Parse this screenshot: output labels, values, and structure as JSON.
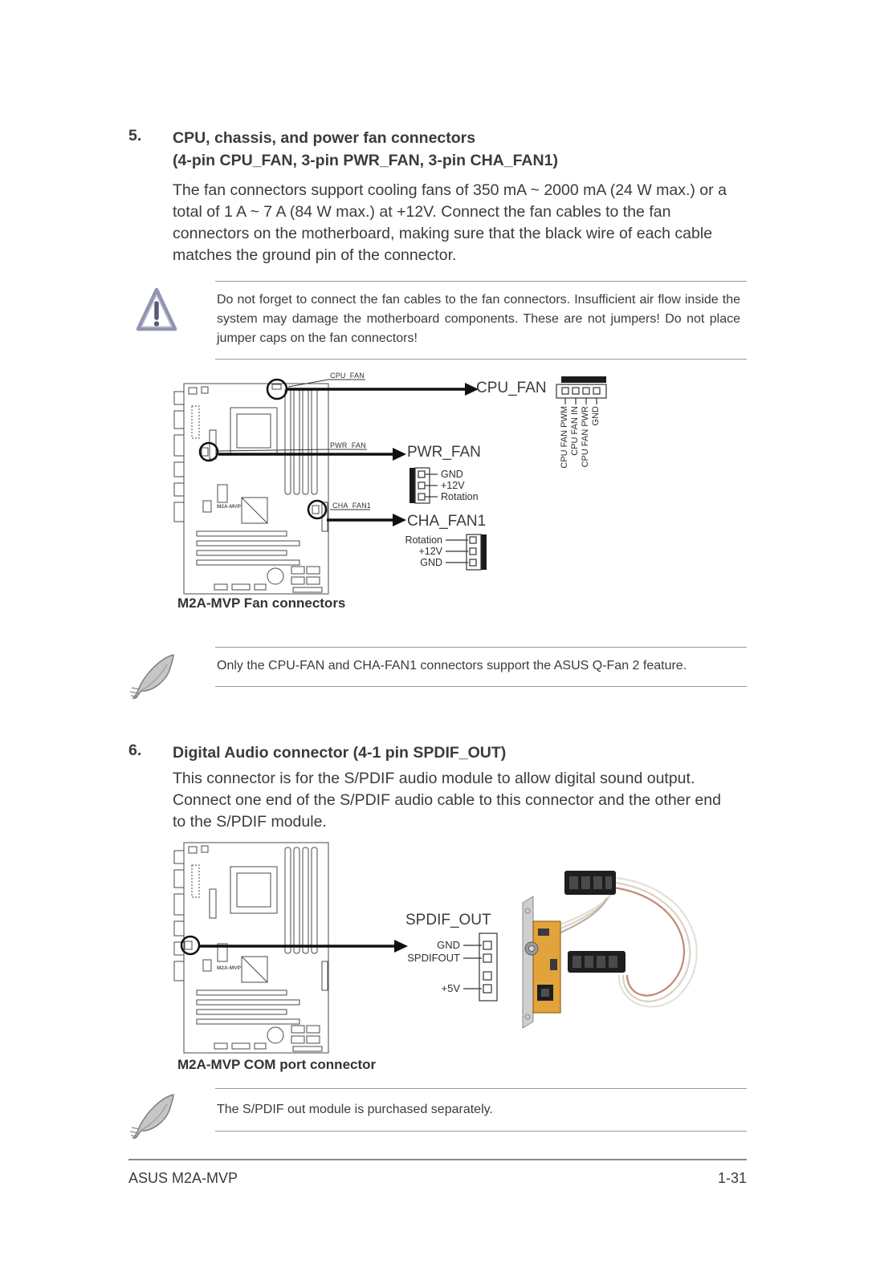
{
  "page": {
    "footer": {
      "left": "ASUS M2A-MVP",
      "right": "1-31"
    }
  },
  "colors": {
    "text": "#3b3b3b",
    "rule": "#979797",
    "module_pcb": "#e2a23c"
  },
  "section5": {
    "number": "5.",
    "title_line1": "CPU, chassis, and power fan connectors",
    "title_line2": "(4-pin CPU_FAN, 3-pin PWR_FAN, 3-pin CHA_FAN1)",
    "body": "The fan connectors support cooling fans of 350 mA ~ 2000 mA (24 W max.) or a total of 1 A ~ 7 A (84 W max.) at +12V. Connect the fan cables to the fan connectors on the motherboard, making sure that the black wire of each cable matches the ground pin of the connector.",
    "warning_text": "Do not forget to connect the fan cables to the fan connectors. Insufficient air flow inside the system may damage the motherboard components. These are not jumpers! Do not place jumper caps on the fan connectors!",
    "note_text": "Only the CPU-FAN and CHA-FAN1 connectors support the ASUS Q-Fan 2 feature.",
    "diagram": {
      "board_label": "M2A-MVP",
      "callouts": {
        "cpu_fan": "CPU_FAN",
        "pwr_fan": "PWR_FAN",
        "cha_fan1": "CHA_FAN1"
      },
      "cpu_fan": {
        "label": "CPU_FAN",
        "pins": [
          "CPU FAN PWM",
          "CPU FAN IN",
          "CPU FAN PWR",
          "GND"
        ]
      },
      "pwr_fan": {
        "label": "PWR_FAN",
        "pins": [
          "GND",
          "+12V",
          "Rotation"
        ]
      },
      "cha_fan1": {
        "label": "CHA_FAN1",
        "pins": [
          "Rotation",
          "+12V",
          "GND"
        ]
      },
      "caption": "M2A-MVP Fan connectors"
    }
  },
  "section6": {
    "number": "6.",
    "title": "Digital Audio connector (4-1 pin SPDIF_OUT)",
    "body": "This connector is for the S/PDIF audio module to allow digital sound output. Connect one end of the S/PDIF audio cable to this connector and the other end to the S/PDIF module.",
    "note_text": "The S/PDIF out module is purchased separately.",
    "diagram": {
      "board_label": "M2A-MVP",
      "spdif": {
        "label": "SPDIF_OUT",
        "pins": [
          "GND",
          "SPDIFOUT",
          "+5V"
        ]
      },
      "caption": "M2A-MVP COM port connector"
    }
  }
}
